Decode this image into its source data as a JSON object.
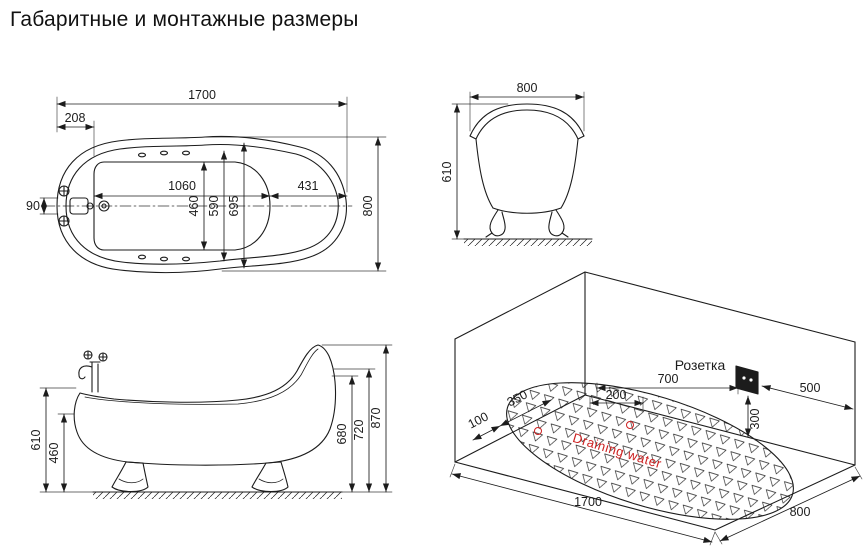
{
  "title": "Габаритные и монтажные размеры",
  "colors": {
    "line": "#1c1c1c",
    "red": "#cc2020",
    "bg": "#ffffff"
  },
  "views": {
    "plan": {
      "length": "1700",
      "faucet_offset": "208",
      "basin_length": "1060",
      "back_length": "431",
      "faucet_width": "90",
      "inner_width": "460",
      "rim_width": "590",
      "outer_rim_width": "695",
      "overall_width": "800"
    },
    "front": {
      "width": "800",
      "height": "610"
    },
    "side": {
      "rim_height_inner": "460",
      "rim_height": "610",
      "back_height_low": "680",
      "back_height_mid": "720",
      "overall_height": "870"
    },
    "install": {
      "offset_350": "350",
      "offset_100": "100",
      "offset_200": "200",
      "offset_700": "700",
      "socket_side_offset": "500",
      "socket_height": "300",
      "floor_length": "1700",
      "floor_width": "800",
      "socket_label": "Розетка",
      "drain_label": "Draining water"
    }
  }
}
